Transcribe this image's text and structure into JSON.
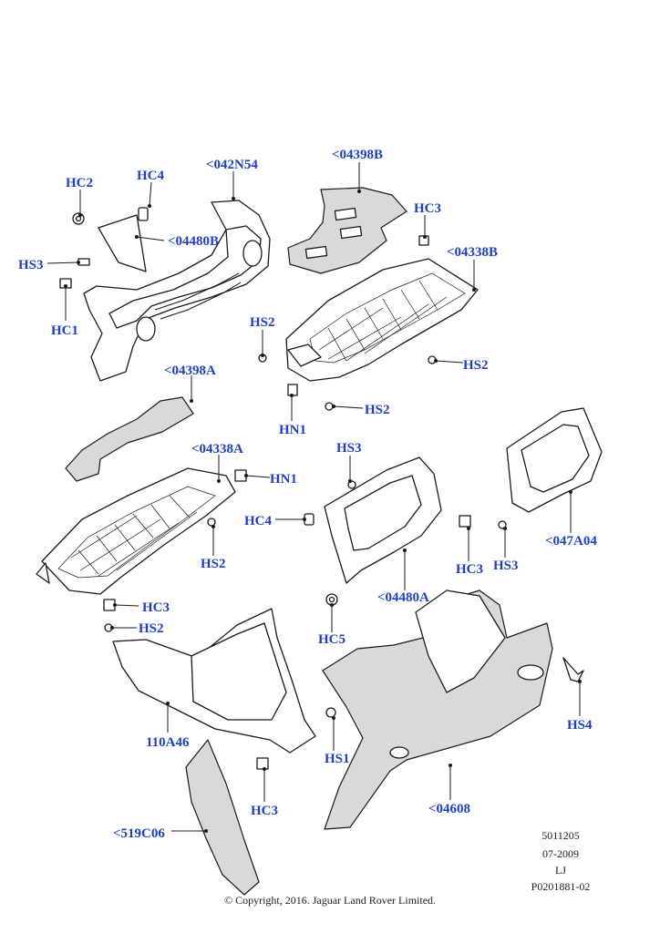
{
  "callouts": {
    "c042N54": "<042N54",
    "c04398B": "<04398B",
    "hc2_top": "HC2",
    "hc4_top": "HC4",
    "c04480B": "<04480B",
    "hs3_left": "HS3",
    "hc1": "HC1",
    "hc3_top": "HC3",
    "c04338B": "<04338B",
    "hs2_a": "HS2",
    "hs2_b": "HS2",
    "hs2_c": "HS2",
    "hn1_a": "HN1",
    "c04398A": "<04398A",
    "c04338A": "<04338A",
    "hn1_b": "HN1",
    "hs3_mid": "HS3",
    "hc4_mid": "HC4",
    "hs2_d": "HS2",
    "hc3_mid": "HC3",
    "hs3_right": "HS3",
    "c047A04": "<047A04",
    "c04480A": "<04480A",
    "hc3_low": "HC3",
    "hs2_e": "HS2",
    "hc5": "HC5",
    "c110A46": "110A46",
    "hs1": "HS1",
    "hs4": "HS4",
    "hc3_bottom": "HC3",
    "c04608": "<04608",
    "c519C06": "<519C06"
  },
  "meta": {
    "code": "5011205",
    "date": "07-2009",
    "initials": "LJ",
    "ref": "P0201881-02"
  },
  "copyright": "© Copyright, 2016. Jaguar Land Rover Limited.",
  "colors": {
    "label": "#1f3fbf",
    "line": "#1a1a1a",
    "pad": "#d9d9d9"
  }
}
